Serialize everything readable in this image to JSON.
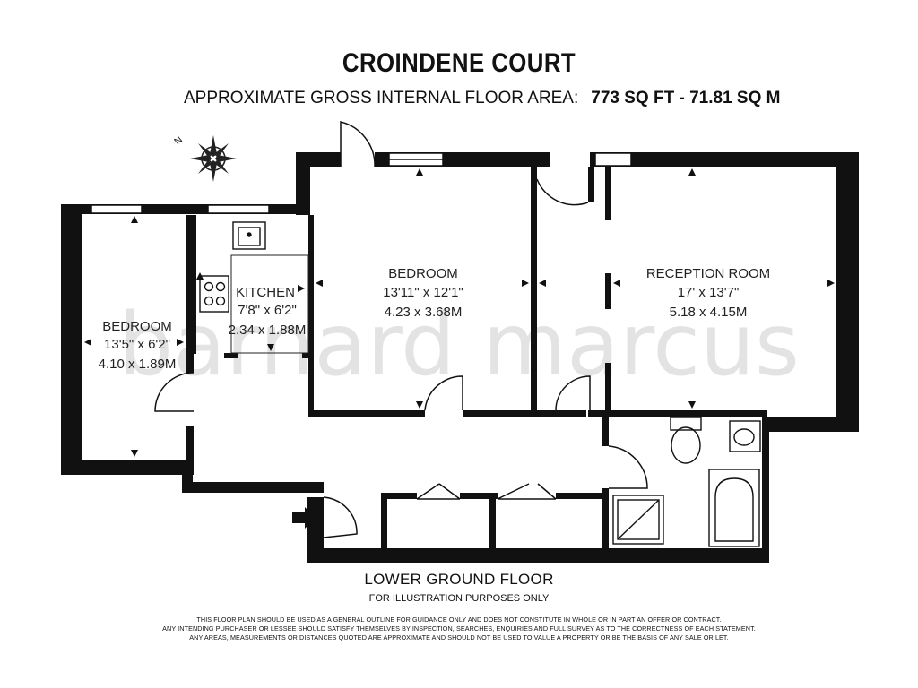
{
  "title": "CROINDENE COURT",
  "subtitle": {
    "label": "APPROXIMATE GROSS INTERNAL FLOOR AREA:",
    "area": "773 SQ FT  -  71.81 SQ M"
  },
  "compass": {
    "label": "N"
  },
  "watermark": "barnard marcus",
  "rooms": [
    {
      "name": "BEDROOM",
      "imperial": "13'5\" x 6'2\"",
      "metric": "4.10 x 1.89M"
    },
    {
      "name": "KITCHEN",
      "imperial": "7'8\" x 6'2\"",
      "metric": "2.34 x 1.88M"
    },
    {
      "name": "BEDROOM",
      "imperial": "13'11\" x 12'1\"",
      "metric": "4.23 x 3.68M"
    },
    {
      "name": "RECEPTION ROOM",
      "imperial": "17' x 13'7\"",
      "metric": "5.18 x 4.15M"
    }
  ],
  "floor_label": "LOWER GROUND FLOOR",
  "illustration_note": "FOR ILLUSTRATION PURPOSES ONLY",
  "disclaimer": [
    "THIS FLOOR PLAN SHOULD BE USED AS A GENERAL OUTLINE FOR GUIDANCE ONLY AND DOES NOT CONSTITUTE IN WHOLE OR IN PART AN OFFER OR CONTRACT.",
    "ANY INTENDING PURCHASER OR LESSEE SHOULD SATISFY THEMSELVES BY INSPECTION, SEARCHES, ENQUIRIES AND FULL SURVEY AS TO THE CORRECTNESS OF EACH STATEMENT.",
    "ANY AREAS, MEASUREMENTS OR DISTANCES QUOTED ARE APPROXIMATE AND SHOULD NOT BE USED TO VALUE A PROPERTY OR BE THE BASIS OF ANY SALE OR LET."
  ]
}
